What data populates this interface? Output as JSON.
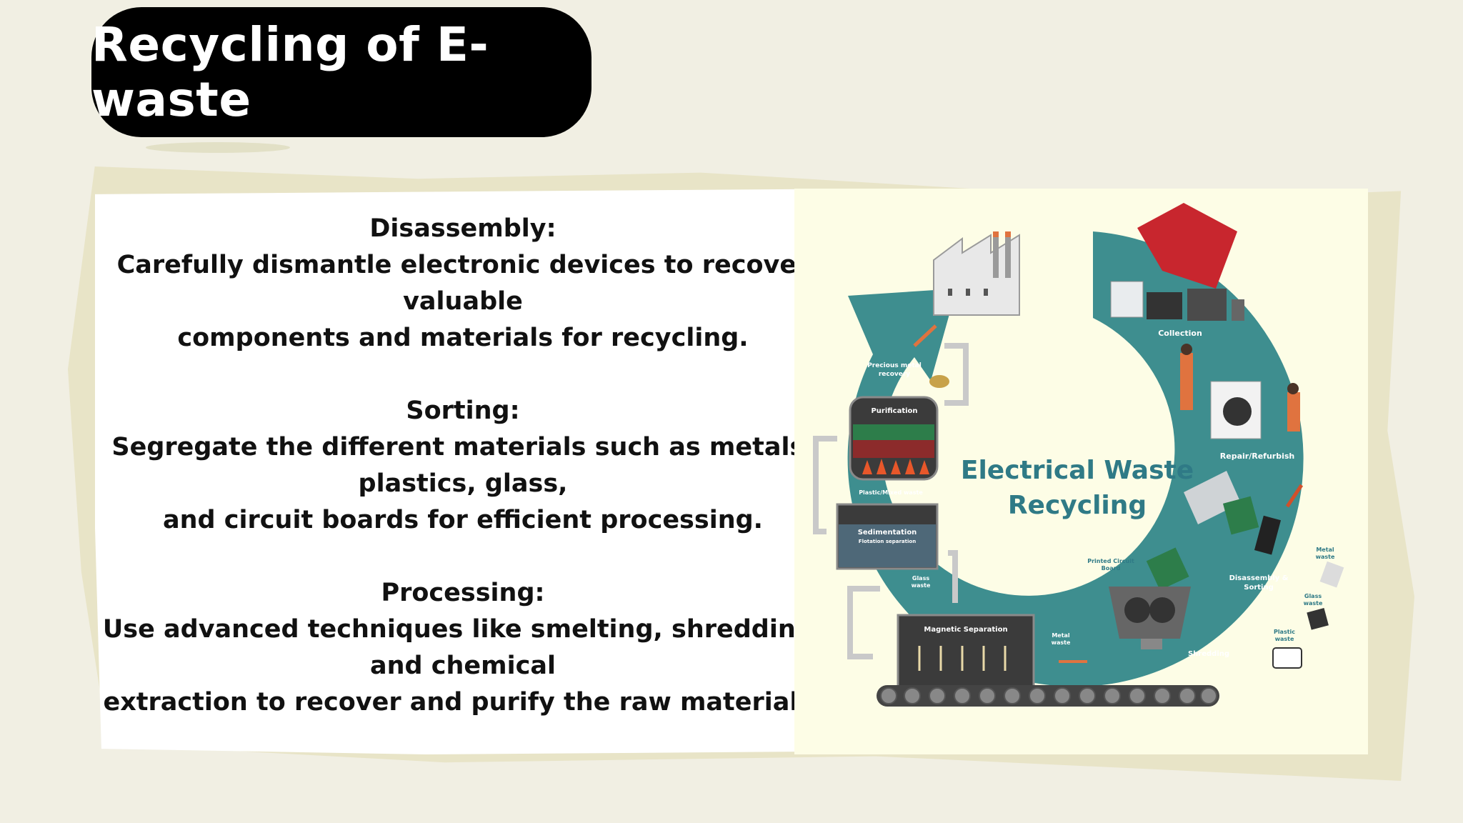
{
  "title": "Recycling of E-waste",
  "sections": [
    {
      "heading": "Disassembly:",
      "lines": [
        "Carefully dismantle electronic devices to recover",
        "valuable",
        "components and materials for recycling."
      ]
    },
    {
      "heading": "Sorting:",
      "lines": [
        "Segregate the different materials such as metals,",
        "plastics, glass,",
        "and circuit boards for efficient processing."
      ]
    },
    {
      "heading": "Processing:",
      "lines": [
        "Use advanced techniques like smelting, shredding,",
        "and chemical",
        "extraction to recover and purify the raw materials."
      ]
    }
  ],
  "diagram": {
    "center_title": [
      "Electrical Waste",
      "Recycling"
    ],
    "labels": {
      "collection": "Collection",
      "repair": "Repair/Refurbish",
      "disassembly": [
        "Disassembly &",
        "Sorting"
      ],
      "shredding": "Shredding",
      "pcb": [
        "Printed Circuit",
        "Board"
      ],
      "metal_waste_right": [
        "Metal",
        "waste"
      ],
      "glass_waste_right": [
        "Glass",
        "waste"
      ],
      "plastic_waste": [
        "Plastic",
        "waste"
      ],
      "magnetic": "Magnetic Separation",
      "metal_waste": [
        "Metal",
        "waste"
      ],
      "glass_waste": [
        "Glass",
        "waste"
      ],
      "sedimentation": [
        "Sedimentation",
        "Flotation separation"
      ],
      "plastic_mixed": "Plastic/Mixed waste",
      "purification": "Purification",
      "precious": [
        "Precious metal",
        "recovery"
      ]
    },
    "colors": {
      "ring": "#3e8e8f",
      "title": "#2f7a86",
      "background": "#fdfde6"
    }
  }
}
